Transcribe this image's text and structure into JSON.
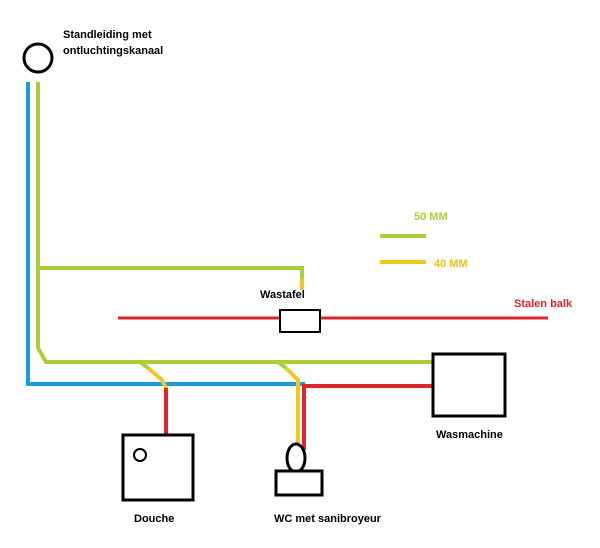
{
  "labels": {
    "standleiding_line1": "Standleiding met",
    "standleiding_line2": "ontluchtingskanaal",
    "wastafel": "Wastafel",
    "stalen_balk": "Stalen balk",
    "wasmachine": "Wasmachine",
    "douche": "Douche",
    "wc": "WC met sanibroyeur"
  },
  "legend": {
    "pipe_50": "50 MM",
    "pipe_40": "40 MM"
  },
  "colors": {
    "pipe_50_green": "#a9cf38",
    "pipe_40_yellow": "#f2c81f",
    "main_blue": "#1e9be0",
    "steel_beam_red": "#e0242b",
    "outline_black": "#000000"
  }
}
